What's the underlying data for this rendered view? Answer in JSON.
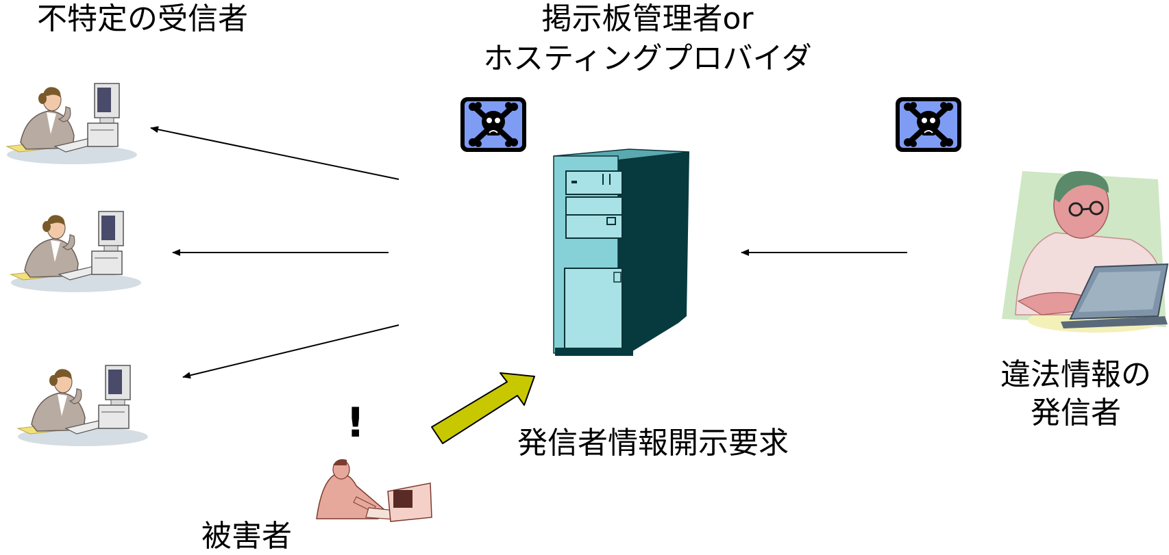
{
  "labels": {
    "recipients": "不特定の受信者",
    "admin_line1": "掲示板管理者or",
    "admin_line2": "ホスティングプロバイダ",
    "sender_line1": "違法情報の",
    "sender_line2": "発信者",
    "victim": "被害者",
    "disclosure_request": "発信者情報開示要求",
    "exclamation": "!"
  },
  "colors": {
    "arrow": "#000000",
    "request_arrow": "#c8c800",
    "server_front": "#86d1d8",
    "server_side": "#063a3e",
    "hazard_bg": "#7f9cf5"
  },
  "icons": [
    "recipient-person-icon",
    "server-tower-icon",
    "hazard-skull-icon",
    "sender-person-icon",
    "victim-person-icon"
  ]
}
